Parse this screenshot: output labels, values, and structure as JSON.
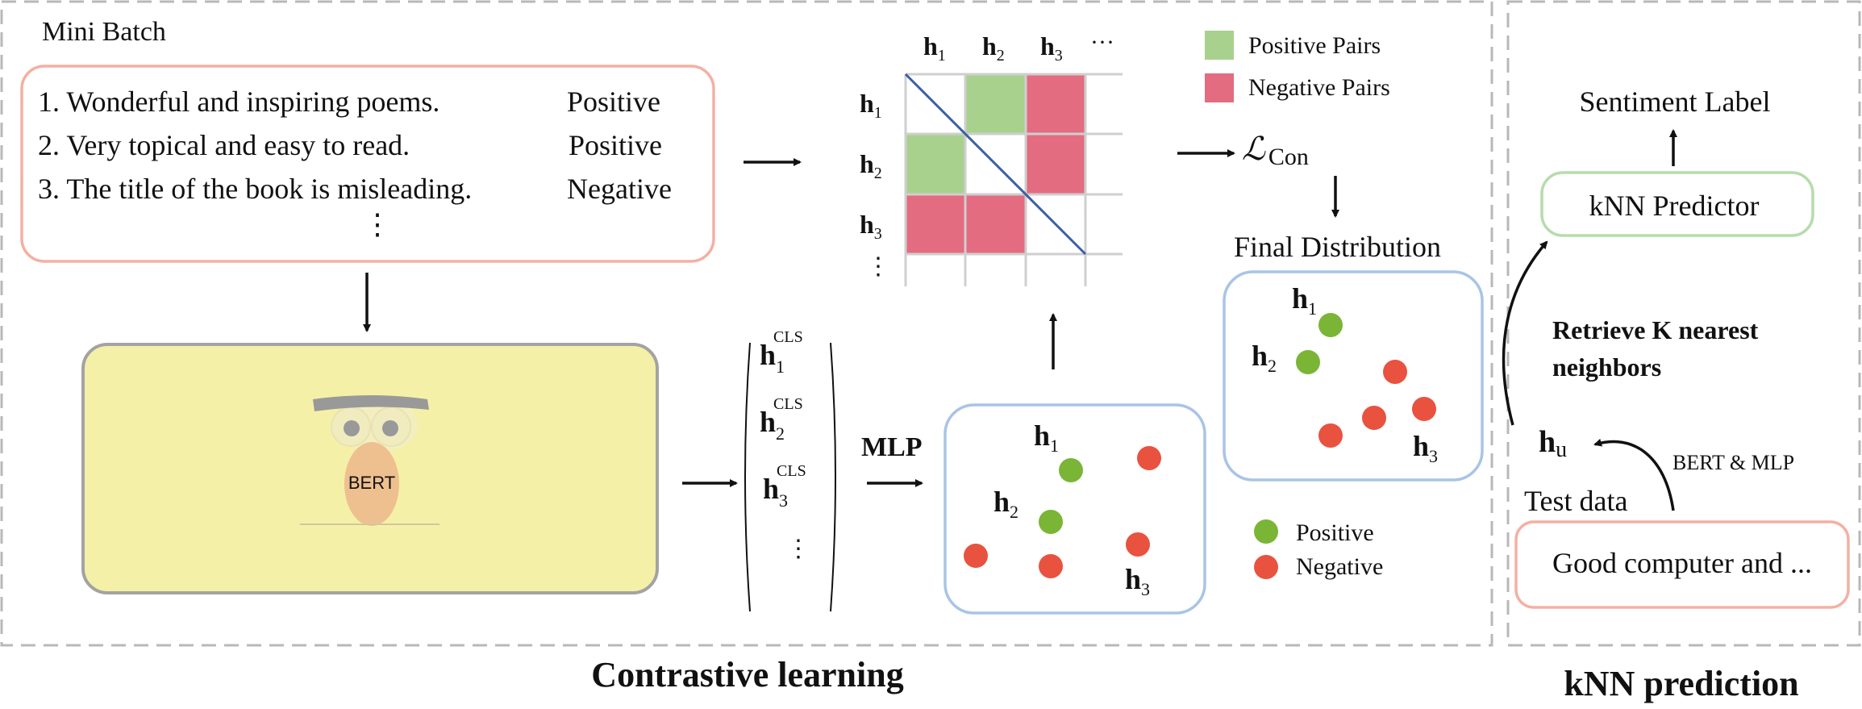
{
  "mini_batch": {
    "title": "Mini Batch",
    "rows": [
      {
        "text": "1. Wonderful and inspiring poems.",
        "label": "Positive"
      },
      {
        "text": "2. Very topical and easy to read.",
        "label": "Positive"
      },
      {
        "text": "3. The title of the book is misleading.",
        "label": "Negative"
      }
    ],
    "ellipsis": "⋮"
  },
  "bert_label": "BERT",
  "cls_vector": {
    "entries": [
      {
        "h": "h",
        "sub": "1",
        "sup": "CLS"
      },
      {
        "h": "h",
        "sub": "2",
        "sup": "CLS"
      },
      {
        "h": "h",
        "sub": "3",
        "sup": "CLS"
      }
    ],
    "ellipsis": "⋮"
  },
  "mlp_label": "MLP",
  "matrix": {
    "col_headers": [
      {
        "h": "h",
        "sub": "1"
      },
      {
        "h": "h",
        "sub": "2"
      },
      {
        "h": "h",
        "sub": "3"
      }
    ],
    "col_ellipsis": "···",
    "row_headers": [
      {
        "h": "h",
        "sub": "1"
      },
      {
        "h": "h",
        "sub": "2"
      },
      {
        "h": "h",
        "sub": "3"
      }
    ],
    "row_ellipsis": "⋮",
    "cells": [
      [
        "none",
        "positive",
        "negative"
      ],
      [
        "positive",
        "none",
        "negative"
      ],
      [
        "negative",
        "negative",
        "none"
      ]
    ]
  },
  "pair_legend": {
    "positive": "Positive Pairs",
    "negative": "Negative Pairs"
  },
  "loss": {
    "symbol": "ℒ",
    "sub": "Con"
  },
  "final_distribution": {
    "title": "Final Distribution",
    "labels": [
      {
        "h": "h",
        "sub": "1"
      },
      {
        "h": "h",
        "sub": "2"
      },
      {
        "h": "h",
        "sub": "3"
      }
    ]
  },
  "embedding_space": {
    "labels": [
      {
        "h": "h",
        "sub": "1"
      },
      {
        "h": "h",
        "sub": "2"
      },
      {
        "h": "h",
        "sub": "3"
      }
    ]
  },
  "point_legend": {
    "positive": "Positive",
    "negative": "Negative"
  },
  "section_titles": {
    "left": "Contrastive learning",
    "right": "kNN prediction"
  },
  "knn": {
    "sentiment_label": "Sentiment Label",
    "predictor": "kNN Predictor",
    "retrieve_line1": "Retrieve K nearest",
    "retrieve_line2": "neighbors",
    "hu": {
      "h": "h",
      "sub": "u"
    },
    "bert_mlp": "BERT & MLP",
    "test_data_title": "Test data",
    "test_sentence": "Good computer and ..."
  },
  "colors": {
    "positive_pair": "#a9d18e",
    "negative_pair": "#e36c80",
    "positive_point": "#7ab536",
    "negative_point": "#e8523f",
    "batch_border": "#f4b0a3",
    "blue_border": "#a9c4e6",
    "green_border": "#b6dcab",
    "bert_fill": "#f5f0a8",
    "dashed": "#b8b8b8",
    "diag_line": "#3a5fa8"
  }
}
